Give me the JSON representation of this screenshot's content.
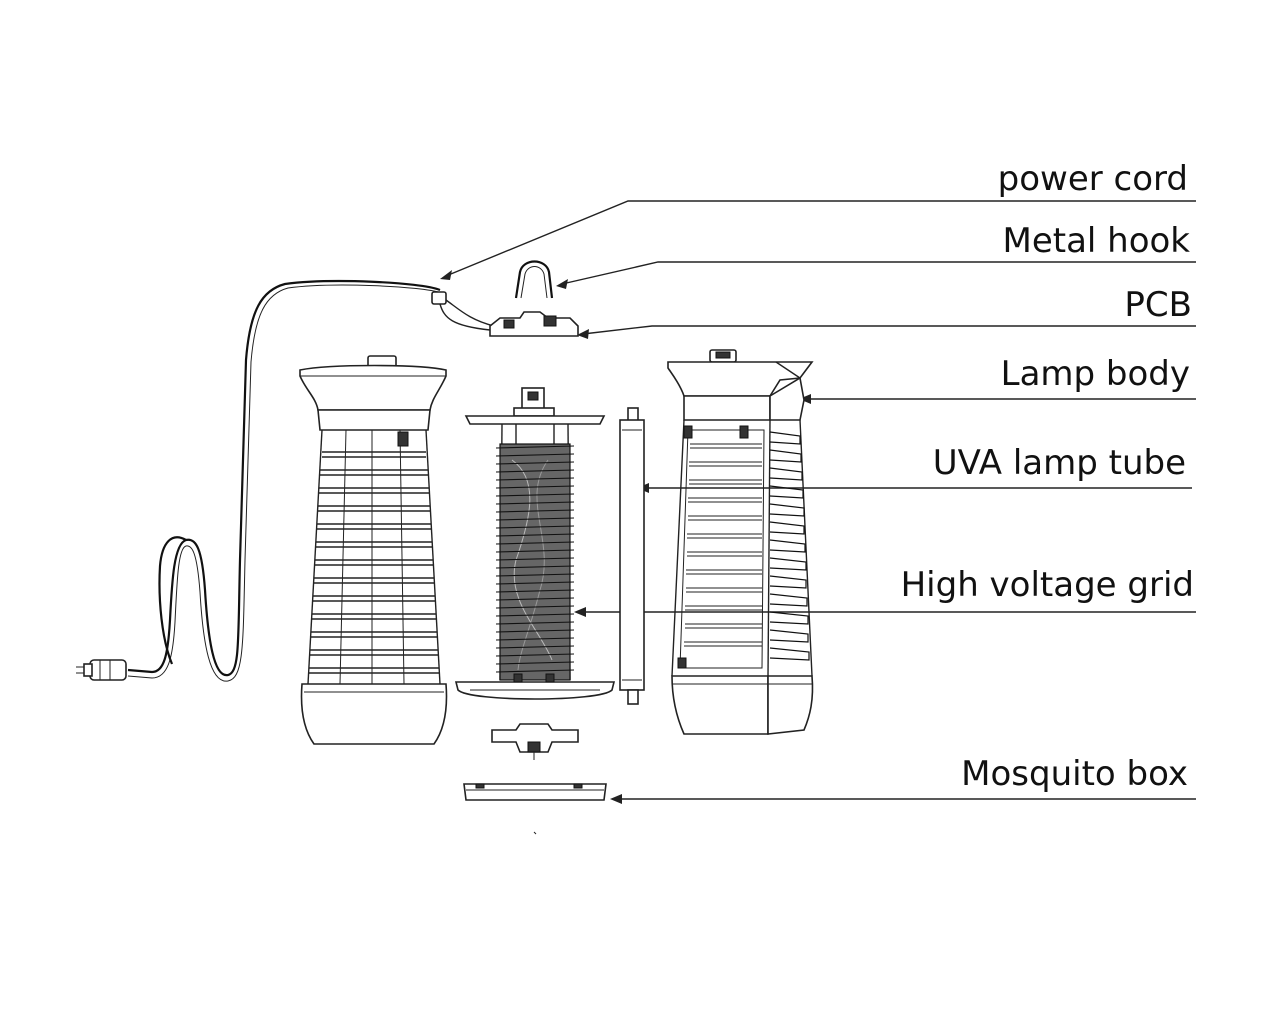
{
  "labels": {
    "power_cord": "power cord",
    "metal_hook": "Metal hook",
    "pcb": "PCB",
    "lamp_body": "Lamp body",
    "uva_lamp_tube": "UVA lamp tube",
    "high_voltage_grid": "High voltage grid",
    "mosquito_box": "Mosquito box"
  },
  "colors": {
    "line": "#222222",
    "background": "#ffffff"
  }
}
